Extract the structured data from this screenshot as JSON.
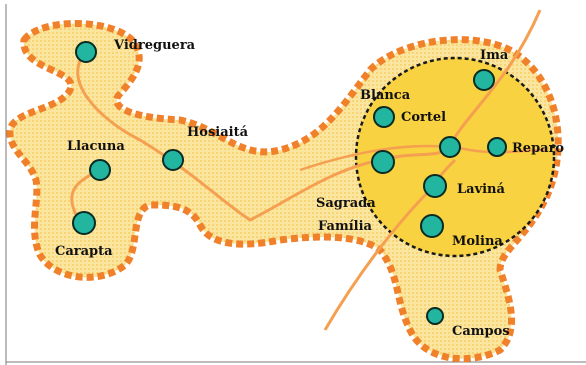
{
  "colors": {
    "background": "#ffffff",
    "region_fill": "#fbe6a0",
    "region_border": "#f0802a",
    "core_fill": "#f8d240",
    "core_border": "#1a1a1a",
    "route": "#f4a050",
    "node_fill": "#22b5a0",
    "node_stroke": "#0a2a24",
    "label": "#111111"
  },
  "places": [
    {
      "id": "vidreguera",
      "label": "Vidreguera",
      "icon": "station-icon"
    },
    {
      "id": "llacuna",
      "label": "Llacuna",
      "icon": "station-icon"
    },
    {
      "id": "hosiaita",
      "label": "Hosiaitá",
      "icon": "station-icon"
    },
    {
      "id": "carapta",
      "label": "Carapta",
      "icon": "station-icon"
    },
    {
      "id": "blanca",
      "label": "Blanca",
      "icon": "station-icon"
    },
    {
      "id": "cortel",
      "label": "Cortel",
      "icon": "station-icon"
    },
    {
      "id": "ima",
      "label": "Ima",
      "icon": "station-icon"
    },
    {
      "id": "reparo",
      "label": "Reparo",
      "icon": "station-icon"
    },
    {
      "id": "sagrada_familia",
      "label": "Sagrada Família",
      "icon": "station-icon"
    },
    {
      "id": "lavina",
      "label": "Laviná",
      "icon": "station-icon"
    },
    {
      "id": "molina",
      "label": "Molina",
      "icon": "station-icon"
    },
    {
      "id": "campos",
      "label": "Campos",
      "icon": "station-icon"
    }
  ]
}
